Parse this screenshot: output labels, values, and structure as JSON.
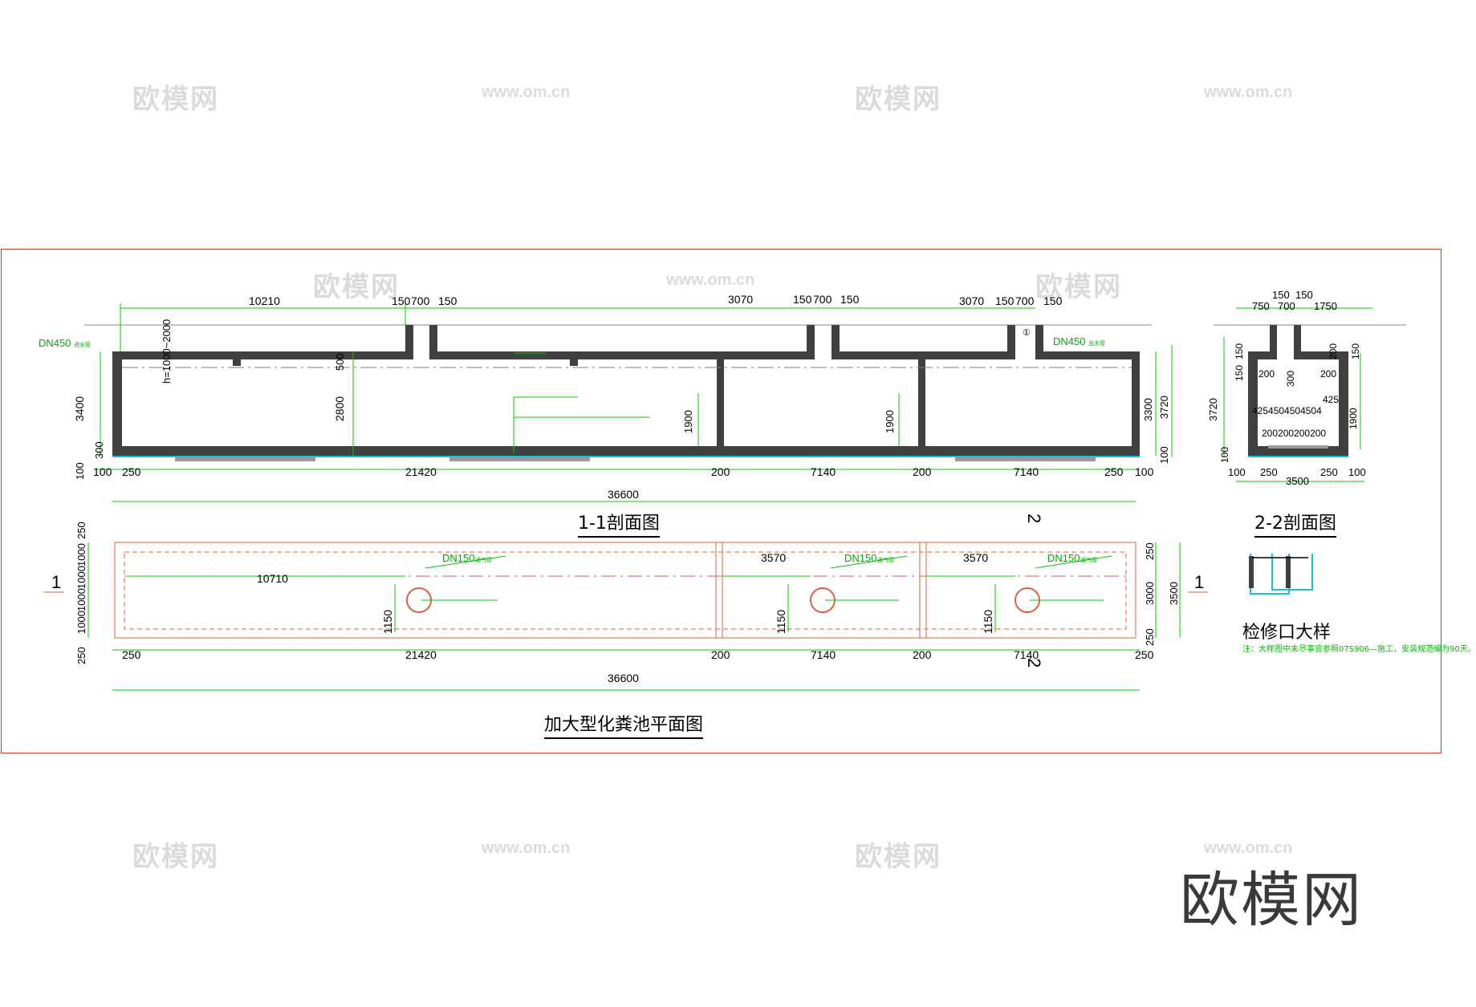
{
  "watermark": {
    "brand": "欧模网",
    "url": "www.om.cn"
  },
  "titles": {
    "section_1_1": "1-1剖面图",
    "section_2_2": "2-2剖面图",
    "plan": "加大型化粪池平面图",
    "detail": "检修口大样"
  },
  "note": "注：大样图中未尽事宜参照07S906—施工，安装规范编为90天。",
  "colors": {
    "dimension": "#00cc00",
    "wall": "#404040",
    "frame": "#e0301e",
    "label_green": "#00aa00"
  },
  "section_1_1": {
    "pipe_left": "DN450",
    "pipe_left_suffix": "进水管",
    "pipe_right": "DN450",
    "pipe_right_suffix": "出水管",
    "depth": "h=1000~2000",
    "top_dims": [
      "10210",
      "150",
      "700",
      "150",
      "3070",
      "150",
      "700",
      "150",
      "3070",
      "150",
      "700",
      "150"
    ],
    "left_dims": [
      "3400",
      "300",
      "100"
    ],
    "inner_dims": [
      "500",
      "2800",
      "1900",
      "1900"
    ],
    "right_dims": [
      "3300",
      "3720",
      "100"
    ],
    "bottom_dims": [
      "100",
      "250",
      "21420",
      "200",
      "7140",
      "200",
      "7140",
      "250",
      "100"
    ],
    "total": "36600",
    "callout": "①"
  },
  "section_2_2": {
    "top_dims": [
      "150",
      "150",
      "750",
      "700",
      "1750"
    ],
    "left_dims": [
      "150",
      "150",
      "3720",
      "100"
    ],
    "inner_dims": [
      "200",
      "300",
      "200",
      "425",
      "4254504504504",
      "200200200200"
    ],
    "right_dims": [
      "200",
      "150",
      "1900"
    ],
    "bottom_dims": [
      "100",
      "250",
      "3500",
      "250",
      "100"
    ]
  },
  "plan": {
    "pipes": [
      "DN150",
      "DN150",
      "DN150"
    ],
    "pipe_suffix": "通气管",
    "left_dims": [
      "250",
      "1000",
      "1000",
      "1000",
      "1000",
      "250"
    ],
    "offsets": [
      "10710",
      "3570",
      "3570"
    ],
    "heights": [
      "1150",
      "1150",
      "1150"
    ],
    "right_dims": [
      "250",
      "3000",
      "250",
      "3500"
    ],
    "bottom_dims": [
      "250",
      "21420",
      "200",
      "7140",
      "200",
      "7140",
      "250"
    ],
    "total": "36600",
    "section_mark_1": "1",
    "section_mark_2": "2"
  }
}
